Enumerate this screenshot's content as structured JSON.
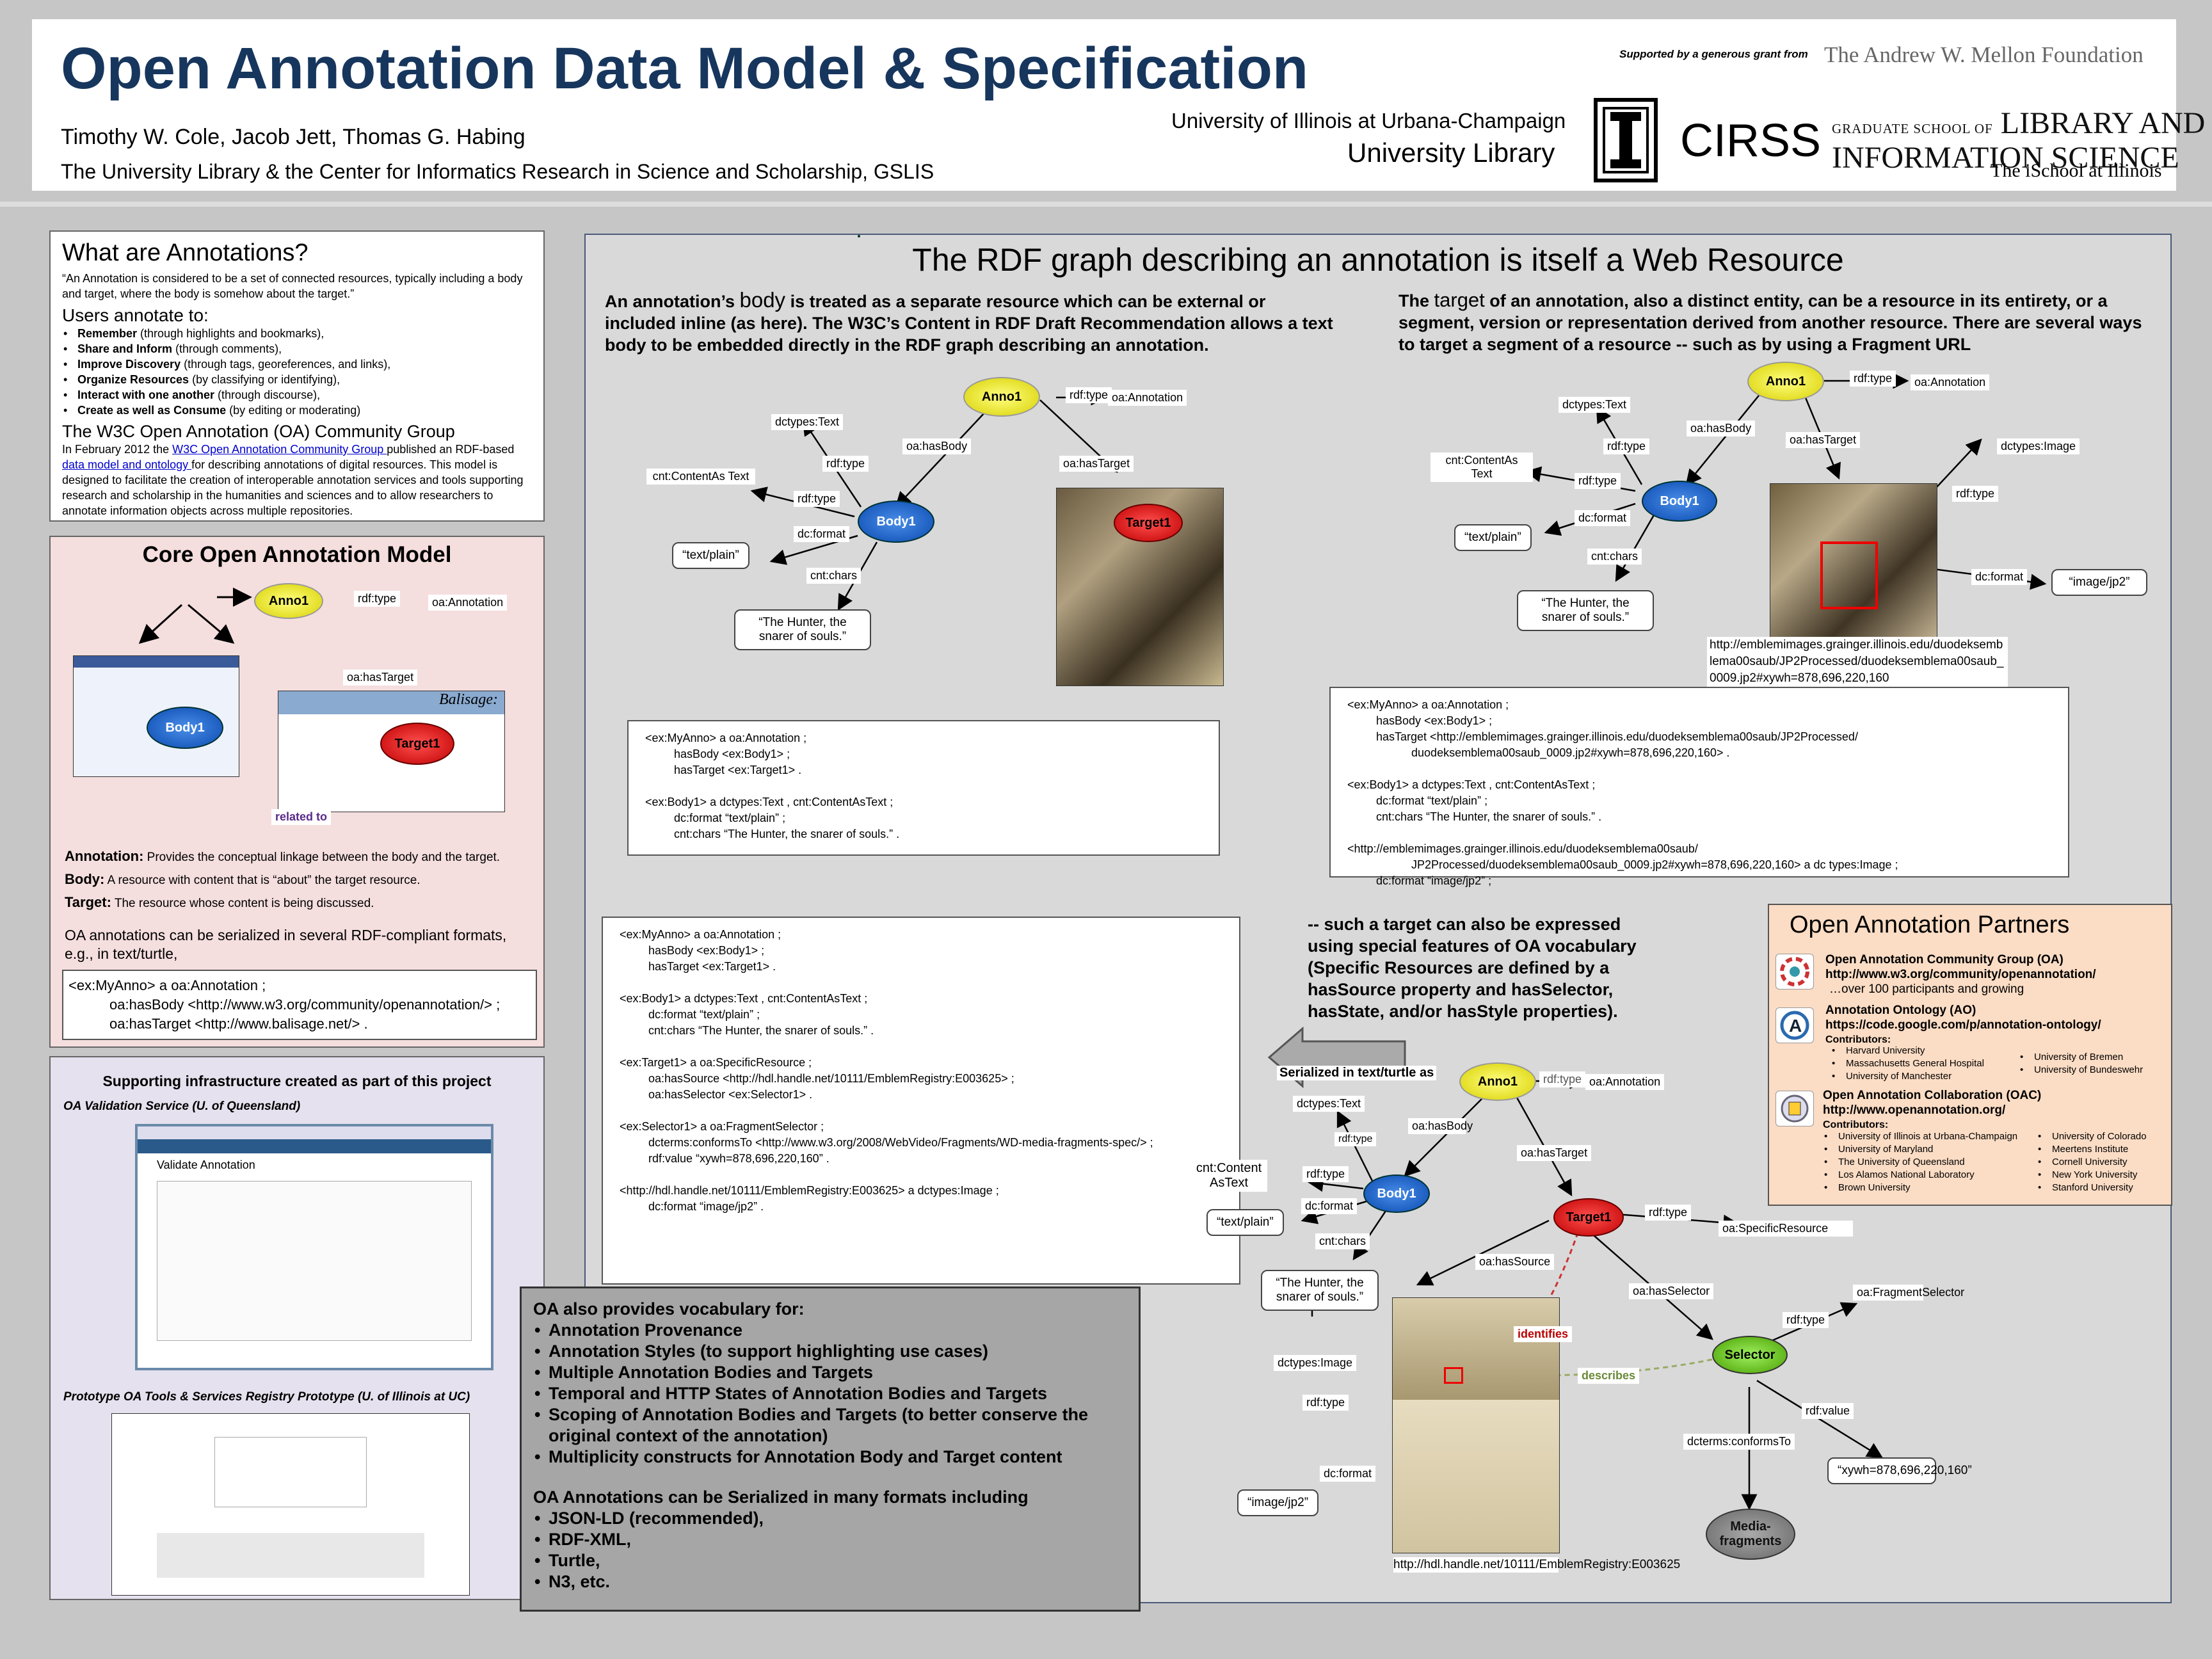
{
  "header": {
    "title": "Open Annotation Data Model & Specification",
    "authors": "Timothy W. Cole, Jacob Jett, Thomas G. Habing",
    "affiliation": "The University Library & the Center for Informatics Research in Science and Scholarship, GSLIS",
    "grant_note": "Supported by a generous grant from",
    "mellon": "The Andrew W. Mellon Foundation",
    "uiuc_line1": "University of Illinois at Urbana-Champaign",
    "uiuc_line2": "University Library",
    "cirss": "CIRSS",
    "gslis_top": "GRADUATE SCHOOL OF",
    "gslis_main1": "LIBRARY AND",
    "gslis_main2": "INFORMATION SCIENCE",
    "gslis_sub": "The iSchool at Illinois"
  },
  "what": {
    "heading": "What are Annotations?",
    "quote": "“An Annotation is considered to be a set of connected resources, typically including a body and target, where the body is somehow about the target.”",
    "users_heading": "Users annotate to:",
    "bullets": [
      {
        "b": "Remember",
        "t": " (through highlights and bookmarks),"
      },
      {
        "b": "Share and Inform",
        "t": " (through comments),"
      },
      {
        "b": "Improve Discovery",
        "t": " (through tags, georeferences, and links),"
      },
      {
        "b": "Organize Resources",
        "t": " (by classifying or identifying),"
      },
      {
        "b": "Interact with one another",
        "t": " (through discourse),"
      },
      {
        "b": "Create as well as Consume",
        "t": " (by editing or moderating)"
      }
    ],
    "w3c_heading": "The W3C Open Annotation (OA) Community Group",
    "w3c_p1": "In February 2012 the ",
    "w3c_link1": "W3C Open Annotation Community Group ",
    "w3c_p2": "published an RDF-based ",
    "w3c_link2": "data model and ontology ",
    "w3c_p3": "for describing annotations of digital resources. This model is designed to facilitate the creation of interoperable annotation services and tools supporting research and scholarship in the humanities and sciences and to allow researchers to annotate information objects across multiple repositories."
  },
  "core": {
    "heading": "Core Open Annotation Model",
    "anno": "Anno1",
    "body": "Body1",
    "target": "Target1",
    "rdf_type": "rdf:type",
    "oa_annotation": "oa:Annotation",
    "has_target": "oa:hasTarget",
    "related": "related to",
    "balisage": "Balisage:",
    "def_annotation_b": "Annotation:",
    "def_annotation": " Provides the conceptual linkage between the body and the target.",
    "def_body_b": "Body:",
    "def_body": " A resource with content that is “about” the target resource.",
    "def_target_b": "Target:",
    "def_target": " The resource whose content is being discussed.",
    "serial": "OA annotations can be serialized in several RDF-compliant formats, e.g., in text/turtle,",
    "code1": "<ex:MyAnno> a oa:Annotation ;",
    "code2": "oa:hasBody <http://www.w3.org/community/openannotation/> ;",
    "code3": "oa:hasTarget <http://www.balisage.net/> ."
  },
  "infra": {
    "heading": "Supporting infrastructure created as part of this project",
    "validation": "OA Validation Service (U. of Queensland)",
    "validate_title": "Validate Annotation",
    "prototype": "Prototype OA Tools & Services Registry Prototype (U. of Illinois at UC)"
  },
  "main": {
    "heading": "The RDF graph describing an annotation is itself a Web Resource",
    "body_para_a": "An annotation’s ",
    "body_para_b": "body",
    "body_para_c": " is treated as a separate resource which can be external or included inline (as here). The W3C’s Content in RDF Draft Recommendation allows a text body to be embedded directly in the RDF graph describing an annotation.",
    "target_para_a": "The ",
    "target_para_b": "target",
    "target_para_c": " of an annotation, also a distinct entity, can be a resource in its entirety, or a segment, version or representation derived from another resource.  There are several ways to target a segment of a resource -- such as by using a Fragment URL",
    "specific_para": "-- such a target can also be expressed using special features of OA vocabulary (Specific Resources are defined by a hasSource property and hasSelector, hasState, and/or hasStyle properties).",
    "serialized_arrow": "Serialized in text/turtle as",
    "labels": {
      "anno": "Anno1",
      "body": "Body1",
      "target": "Target1",
      "selector": "Selector",
      "media": "Media-fragments",
      "rdf_type": "rdf:type",
      "oa_annotation": "oa:Annotation",
      "has_body": "oa:hasBody",
      "has_target": "oa:hasTarget",
      "dctypes_text": "dctypes:Text",
      "cnt_content": "cnt:ContentAs Text",
      "dc_format": "dc:format",
      "cnt_chars": "cnt:chars",
      "text_plain": "“text/plain”",
      "hunter": "“The Hunter, the snarer of souls.”",
      "dctypes_image": "dctypes:Image",
      "image_jp2": "“image/jp2”",
      "fragment_url": "http://emblemimages.grainger.illinois.edu/duodeksemblema00saub/JP2Processed/duodeksemblema00saub_0009.jp2#xywh=878,696,220,160",
      "specific_resource": "oa:SpecificResource",
      "has_source": "oa:hasSource",
      "has_selector": "oa:hasSelector",
      "fragment_selector": "oa:FragmentSelector",
      "rdf_value": "rdf:value",
      "xywh": "“xywh=878,696,220,160”",
      "conforms": "dcterms:conformsTo",
      "identifies": "identifies",
      "describes": "describes",
      "handle": "http://hdl.handle.net/10111/EmblemRegistry:E003625",
      "has_body_split": "oa:hasBody",
      "cnt_content2": "cnt:Content AsText"
    },
    "code_a": "<ex:MyAnno> a oa:Annotation ;\n         hasBody <ex:Body1> ;\n         hasTarget <ex:Target1> .\n\n<ex:Body1> a dctypes:Text , cnt:ContentAsText ;\n         dc:format “text/plain” ;\n         cnt:chars “The Hunter, the snarer of souls.” .",
    "code_b": "<ex:MyAnno> a oa:Annotation ;\n         hasBody <ex:Body1> ;\n         hasTarget <http://emblemimages.grainger.illinois.edu/duodeksemblema00saub/JP2Processed/\n                    duodeksemblema00saub_0009.jp2#xywh=878,696,220,160> .\n\n<ex:Body1> a dctypes:Text , cnt:ContentAsText ;\n         dc:format “text/plain” ;\n         cnt:chars “The Hunter, the snarer of souls.” .\n\n<http://emblemimages.grainger.illinois.edu/duodeksemblema00saub/\n                    JP2Processed/duodeksemblema00saub_0009.jp2#xywh=878,696,220,160> a dc types:Image ;\n         dc:format “image/jp2” ;",
    "code_c": "<ex:MyAnno> a oa:Annotation ;\n         hasBody <ex:Body1> ;\n         hasTarget <ex:Target1> .\n\n<ex:Body1> a dctypes:Text , cnt:ContentAsText ;\n         dc:format “text/plain” ;\n         cnt:chars “The Hunter, the snarer of souls.” .\n\n<ex:Target1> a oa:SpecificResource ;\n         oa:hasSource <http://hdl.handle.net/10111/EmblemRegistry:E003625> ;\n         oa:hasSelector <ex:Selector1> .\n\n<ex:Selector1> a oa:FragmentSelector ;\n         dcterms:conformsTo <http://www.w3.org/2008/WebVideo/Fragments/WD-media-fragments-spec/> ;\n         rdf:value “xywh=878,696,220,160” .\n\n<http://hdl.handle.net/10111/EmblemRegistry:E003625> a dctypes:Image ;\n         dc:format “image/jp2” ."
  },
  "vocab": {
    "heading": "OA also provides vocabulary for:",
    "items": [
      "Annotation Provenance",
      "Annotation Styles (to support highlighting use cases)",
      "Multiple Annotation Bodies and Targets",
      "Temporal and HTTP States of Annotation Bodies and Targets",
      "Scoping of Annotation Bodies and Targets (to better conserve the original context of the annotation)",
      "Multiplicity constructs for Annotation Body and Target content"
    ],
    "formats_heading": "OA Annotations can be Serialized in many formats including",
    "formats": [
      "JSON-LD (recommended),",
      "RDF-XML,",
      "Turtle,",
      "N3, etc."
    ]
  },
  "partners": {
    "heading": "Open Annotation Partners",
    "p1_name": "Open Annotation Community Group (OA)",
    "p1_url": "http://www.w3.org/community/openannotation/",
    "p1_note": "…over 100 participants and growing",
    "p2_name": "Annotation Ontology (AO)",
    "p2_url": "https://code.google.com/p/annotation-ontology/",
    "contributors": "Contributors:",
    "p2_col1": [
      "Harvard University",
      "Massachusetts General Hospital",
      "University of Manchester"
    ],
    "p2_col2": [
      "University of Bremen",
      "University of Bundeswehr"
    ],
    "p3_name": "Open Annotation Collaboration (OAC)",
    "p3_url": "http://www.openannotation.org/",
    "p3_col1": [
      "University of Illinois at Urbana-Champaign",
      "University of Maryland",
      "The University of Queensland",
      "Los Alamos National Laboratory",
      "Brown University"
    ],
    "p3_col2": [
      "University of Colorado",
      "Meertens Institute",
      "Cornell University",
      "New York University",
      "Stanford University"
    ]
  }
}
